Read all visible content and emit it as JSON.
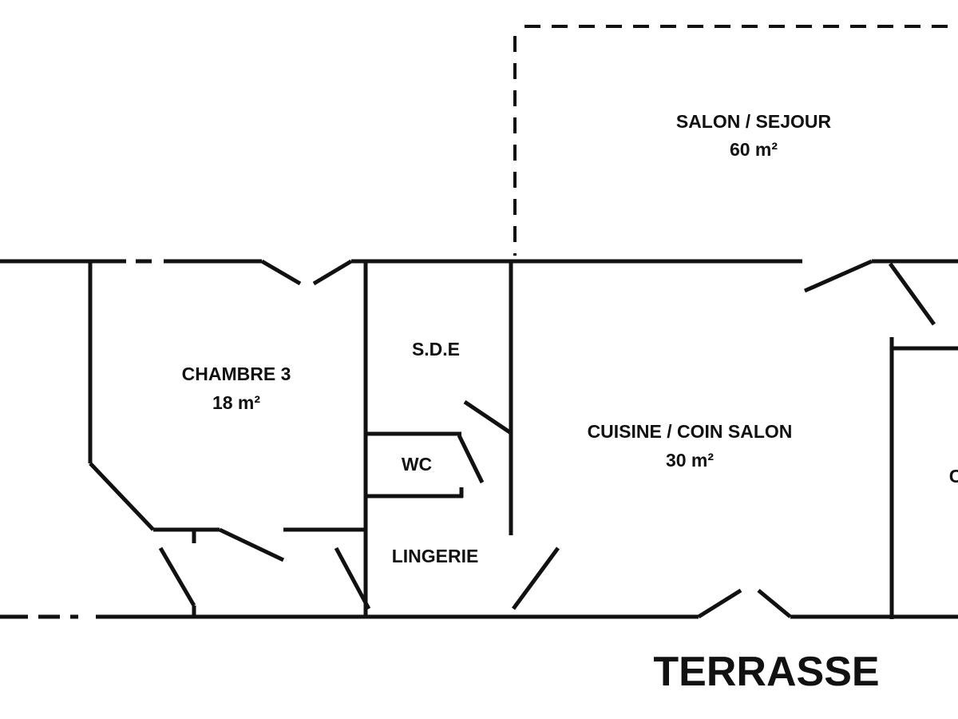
{
  "rooms": {
    "salon": {
      "name": "SALON / SEJOUR",
      "area": "60 m²"
    },
    "chambre3": {
      "name": "CHAMBRE 3",
      "area": "18 m²"
    },
    "sde": {
      "name": "S.D.E"
    },
    "wc": {
      "name": "WC"
    },
    "cuisine": {
      "name": "CUISINE / COIN SALON",
      "area": "30 m²"
    },
    "lingerie": {
      "name": "LINGERIE"
    },
    "cropped_room": {
      "name_fragment": "C"
    }
  },
  "outside": {
    "terrasse": "TERRASSE"
  }
}
